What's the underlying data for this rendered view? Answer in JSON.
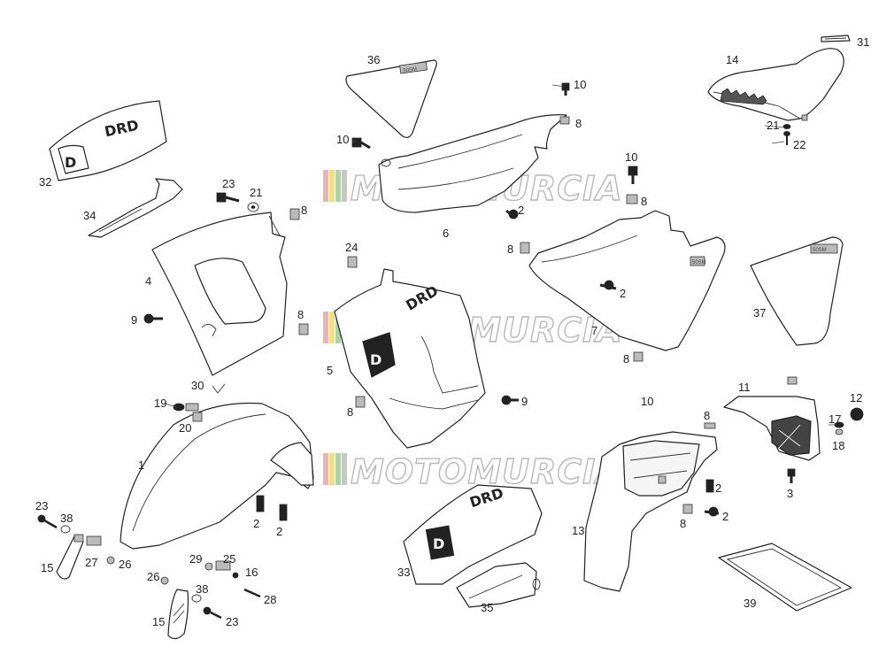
{
  "watermark": {
    "text": "MOTOMURCIA",
    "stripe_colors": [
      "#e8b4b8",
      "#f4e07a",
      "#a8d8a0",
      "#b8b8b8"
    ]
  },
  "decals": {
    "d_logo": "D",
    "brand": "DRD",
    "model_tag": "50SM"
  },
  "callouts": [
    "36",
    "31",
    "14",
    "10",
    "8",
    "10",
    "32",
    "23",
    "21",
    "8",
    "34",
    "2",
    "6",
    "10",
    "8",
    "8",
    "21",
    "22",
    "24",
    "8",
    "2",
    "4",
    "9",
    "8",
    "7",
    "37",
    "5",
    "9",
    "8",
    "30",
    "19",
    "20",
    "1",
    "11",
    "12",
    "10",
    "8",
    "17",
    "18",
    "2",
    "3",
    "2",
    "2",
    "23",
    "38",
    "15",
    "27",
    "26",
    "29",
    "25",
    "16",
    "26",
    "38",
    "28",
    "15",
    "23",
    "13",
    "8",
    "2",
    "33",
    "35",
    "39"
  ]
}
